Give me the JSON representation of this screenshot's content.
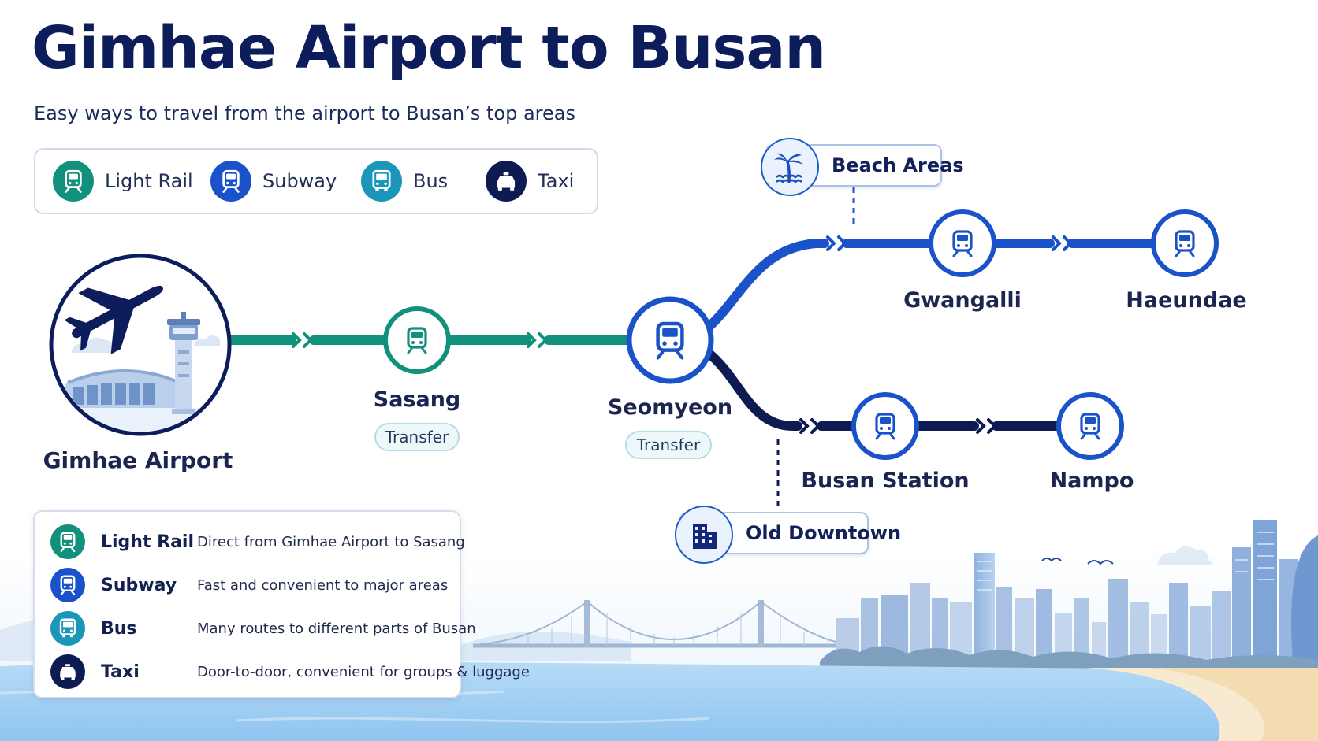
{
  "title": "Gimhae Airport to Busan",
  "subtitle": "Easy ways to travel from the airport to Busan’s top areas",
  "colors": {
    "light_rail": "#11907c",
    "subway": "#1a53c9",
    "bus": "#1b95b8",
    "taxi": "#0d1b52",
    "navy": "#0d1d5c",
    "water": "#9fcdf2",
    "sand": "#f5dfb8"
  },
  "legend": [
    {
      "label": "Light Rail",
      "icon": "train-icon",
      "color": "#11907c"
    },
    {
      "label": "Subway",
      "icon": "train-icon",
      "color": "#1a53c9"
    },
    {
      "label": "Bus",
      "icon": "bus-icon",
      "color": "#1b95b8"
    },
    {
      "label": "Taxi",
      "icon": "taxi-icon",
      "color": "#0d1b52"
    }
  ],
  "stations": {
    "airport": "Gimhae Airport",
    "sasang": "Sasang",
    "seomyeon": "Seomyeon",
    "gwangalli": "Gwangalli",
    "haeundae": "Haeundae",
    "busan_station": "Busan Station",
    "nampo": "Nampo"
  },
  "transfer_label": "Transfer",
  "areas": {
    "beach": "Beach Areas",
    "old_downtown": "Old Downtown"
  },
  "area_icons": {
    "beach": "palm-tree-icon",
    "old_downtown": "building-icon"
  },
  "info": [
    {
      "name": "Light Rail",
      "desc": "Direct from Gimhae Airport to Sasang",
      "icon": "train-icon",
      "color": "#11907c"
    },
    {
      "name": "Subway",
      "desc": "Fast and convenient to major areas",
      "icon": "train-icon",
      "color": "#1a53c9"
    },
    {
      "name": "Bus",
      "desc": "Many routes to different parts of Busan",
      "icon": "bus-icon",
      "color": "#1b95b8"
    },
    {
      "name": "Taxi",
      "desc": "Door-to-door, convenient for groups & luggage",
      "icon": "taxi-icon",
      "color": "#0d1b52"
    }
  ]
}
